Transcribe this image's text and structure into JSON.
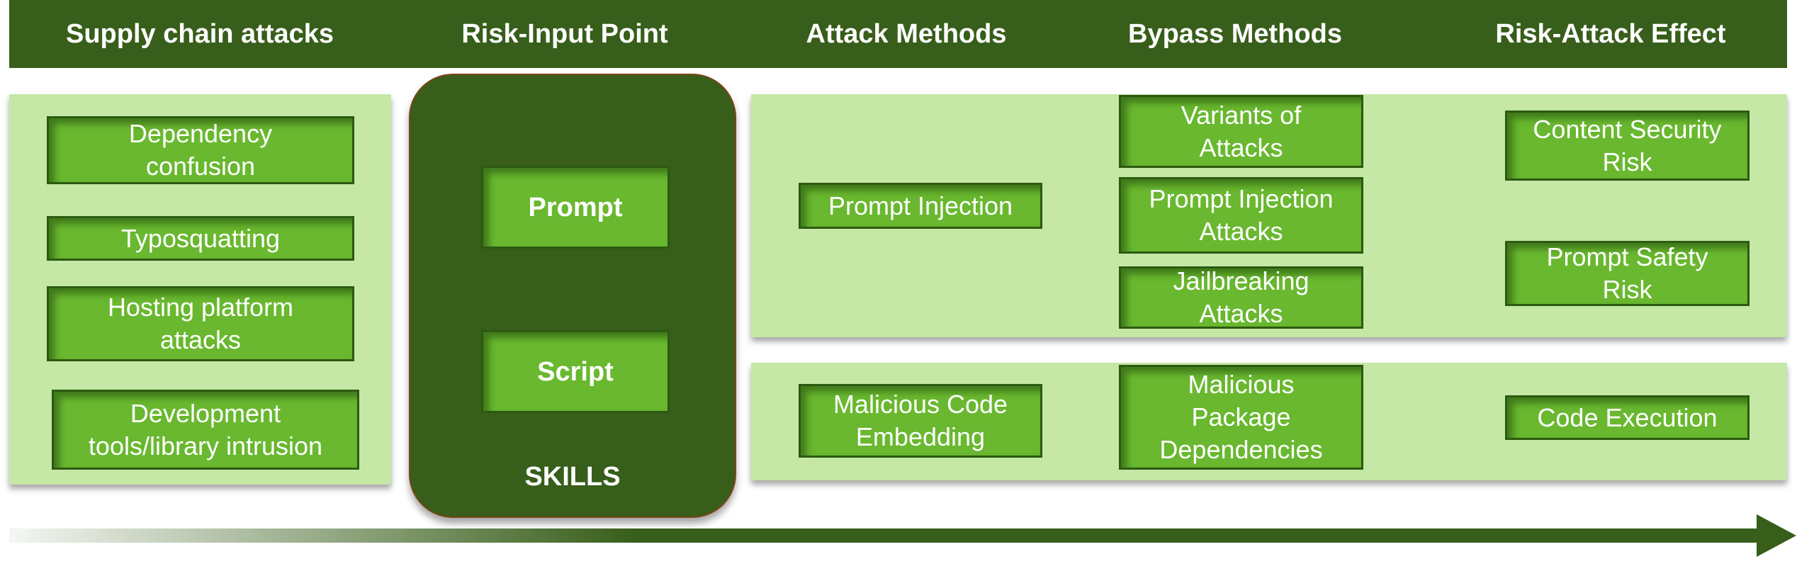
{
  "columns": [
    {
      "label": "Supply chain attacks"
    },
    {
      "label": "Risk-Input Point"
    },
    {
      "label": "Attack Methods"
    },
    {
      "label": "Bypass Methods"
    },
    {
      "label": "Risk-Attack Effect"
    }
  ],
  "supply_chain": [
    "Dependency\nconfusion",
    "Typosquatting",
    "Hosting platform\nattacks",
    "Development\ntools/library intrusion"
  ],
  "skills": {
    "label": "SKILLS",
    "items": [
      "Prompt",
      "Script"
    ]
  },
  "prompt_row": {
    "attack_method": "Prompt Injection",
    "bypass_methods": [
      "Variants of\nAttacks",
      "Prompt Injection\nAttacks",
      "Jailbreaking\nAttacks"
    ],
    "effects": [
      "Content Security\nRisk",
      "Prompt Safety\nRisk"
    ]
  },
  "script_row": {
    "attack_method": "Malicious Code\nEmbedding",
    "bypass_methods": [
      "Malicious\nPackage\nDependencies"
    ],
    "effects": [
      "Code Execution"
    ]
  },
  "colors": {
    "dark_green": "#375e1a",
    "light_green_panel": "#c5e8a6",
    "box_green": "#69b82f",
    "skills_border": "#7a4516"
  }
}
